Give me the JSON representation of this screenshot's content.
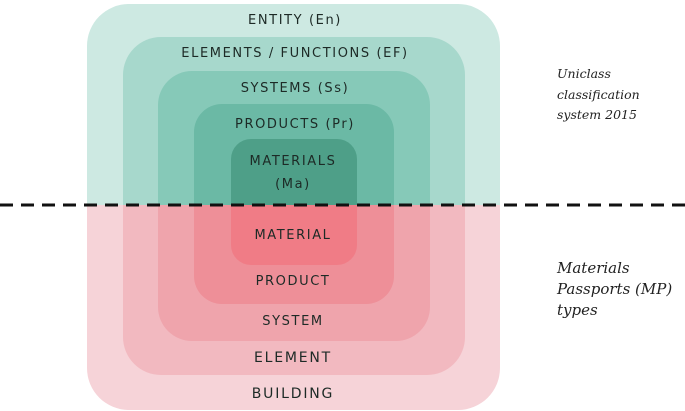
{
  "top_levels": [
    {
      "label": "ENTITY (En)"
    },
    {
      "label": "ELEMENTS / FUNCTIONS (EF)"
    },
    {
      "label": "SYSTEMS (Ss)"
    },
    {
      "label": "PRODUCTS (Pr)"
    },
    {
      "label_line1": "MATERIALS",
      "label_line2": "(Ma)"
    }
  ],
  "bottom_levels": [
    {
      "label": "MATERIAL"
    },
    {
      "label": "PRODUCT"
    },
    {
      "label": "SYSTEM"
    },
    {
      "label": "ELEMENT"
    },
    {
      "label": "BUILDING"
    }
  ],
  "uniclass_note": {
    "line1": "Uniclass",
    "line2": "classification",
    "line3": "system 2015"
  },
  "mp_note": {
    "line1": "Materials",
    "line2": "Passports (MP)",
    "line3": "types"
  },
  "colors": {
    "teal_levels": [
      "#cde9e2",
      "#a7d8cc",
      "#86c9b8",
      "#6bb9a5",
      "#4e9f88"
    ],
    "pink_levels": [
      "#f6d3d8",
      "#f2b9c0",
      "#efa4ac",
      "#ee8f98",
      "#f07c86"
    ],
    "divider": "#111111"
  }
}
